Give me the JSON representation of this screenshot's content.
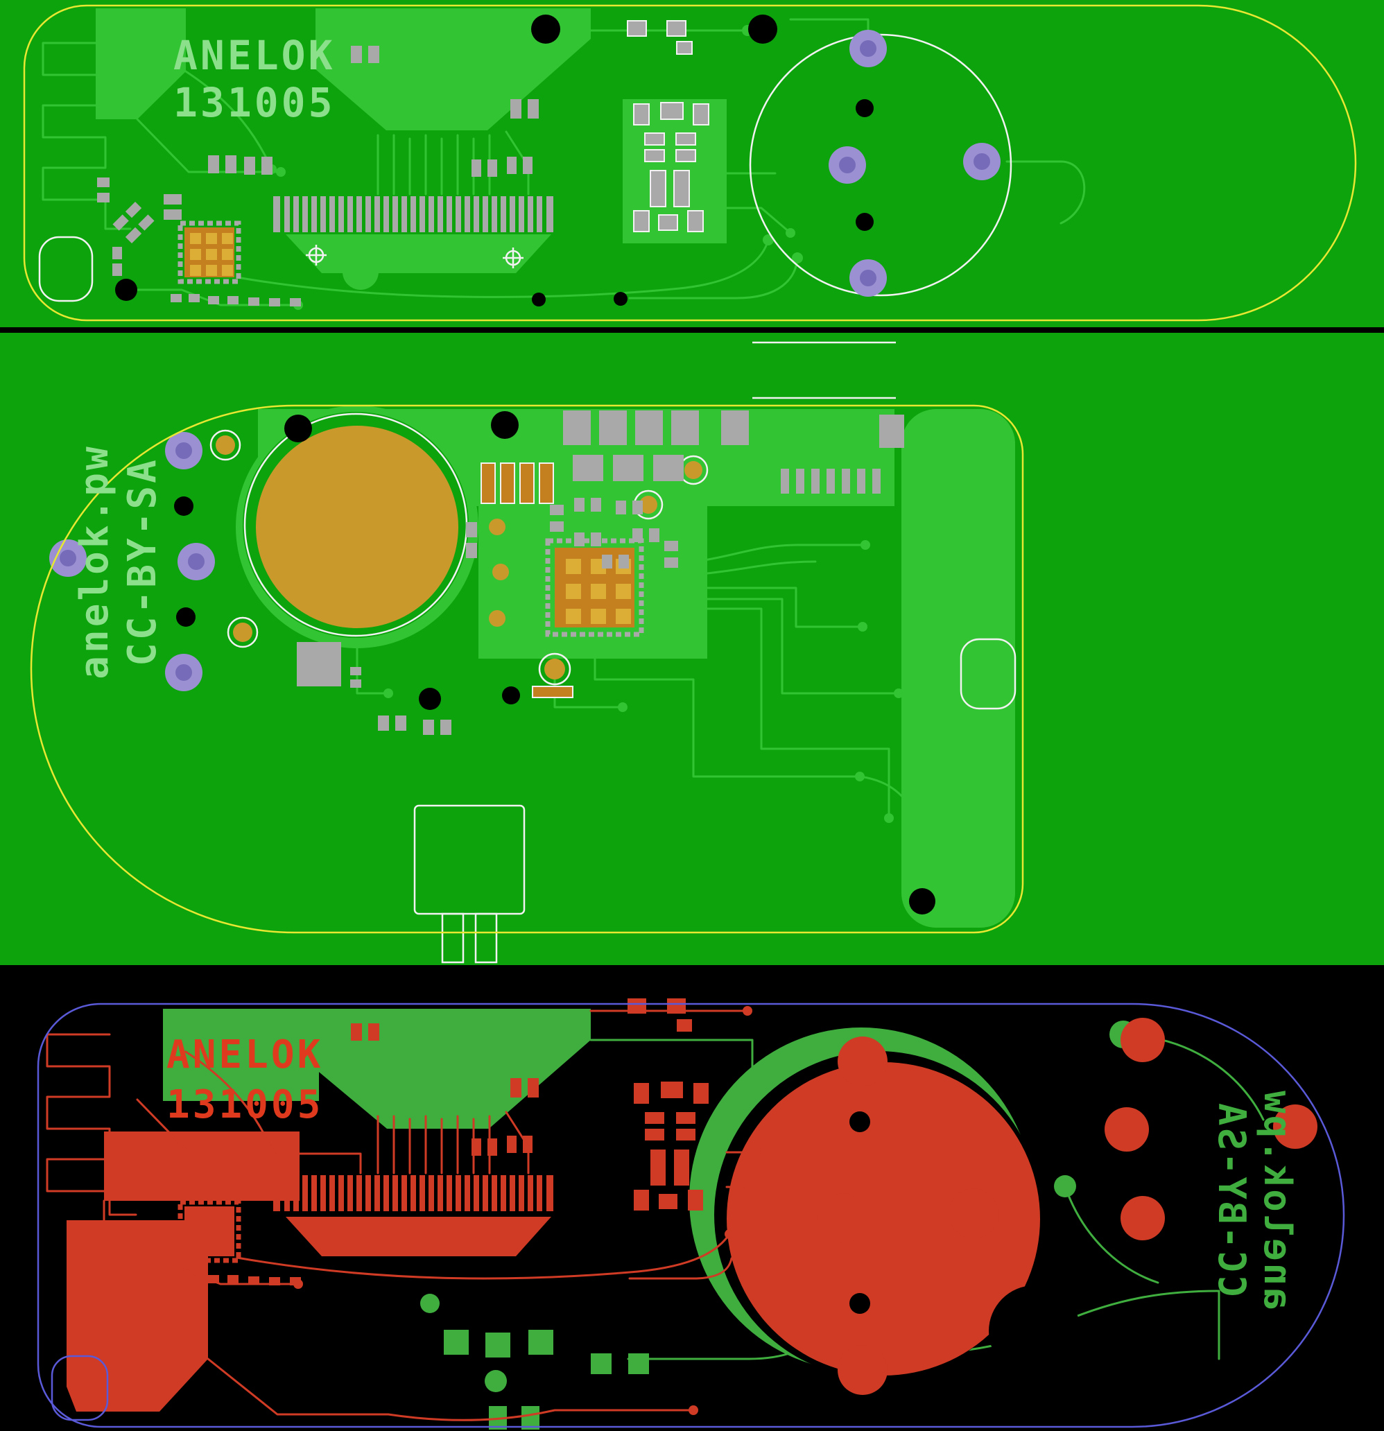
{
  "document": {
    "title": "ANELOK 131005"
  },
  "texts": {
    "board_name": "ANELOK",
    "board_rev": "131005",
    "site_url": "anelok.pw",
    "license": "CC-BY-SA"
  },
  "views": [
    {
      "name": "top-copper-view"
    },
    {
      "name": "bottom-copper-view"
    },
    {
      "name": "combined-layers-view"
    }
  ],
  "colors": {
    "board_green": "#0ca30c",
    "copper_green": "#33c433",
    "silk_green": "#8ce08c",
    "silk_red": "#e03a1e",
    "pad_gray": "#a9a9a9",
    "pad_purple": "#9a90d2",
    "pad_purple_core": "#756bb8",
    "gold": "#c9992b",
    "qfn_body": "#c47f1e",
    "gold_pad": "#dcae35",
    "outline_yellow": "#e8e832",
    "outline_white": "#f2f2f2",
    "edge_blue": "#5a5ad8",
    "copper_red": "#cf3b24",
    "combined_green": "#3fae3f",
    "hole_black": "#000000",
    "bg_black": "#000000"
  }
}
